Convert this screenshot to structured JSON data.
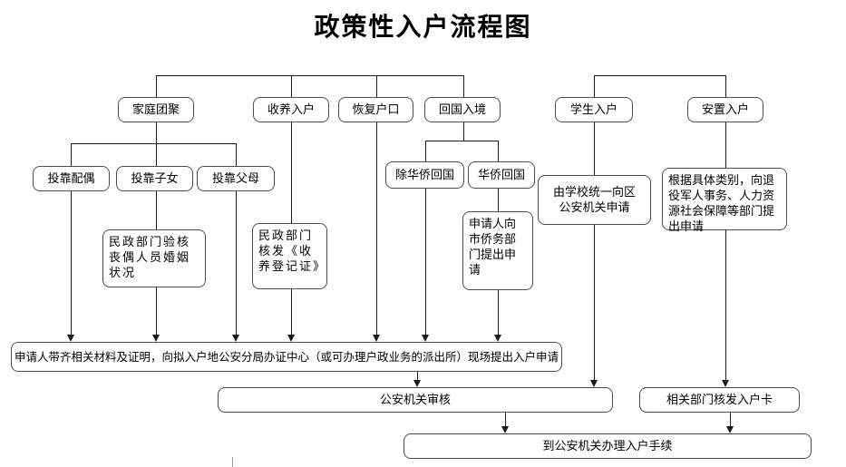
{
  "title": "政策性入户流程图",
  "colors": {
    "line": "#1a1a1a",
    "box_border": "#4d4d4d",
    "bg": "#ffffff"
  },
  "nodes": {
    "family": {
      "label": "家庭团聚"
    },
    "adoption": {
      "label": "收养入户"
    },
    "restore": {
      "label": "恢复户口"
    },
    "return": {
      "label": "回国入境"
    },
    "student": {
      "label": "学生入户"
    },
    "resettle": {
      "label": "安置入户"
    },
    "spouse": {
      "label": "投靠配偶"
    },
    "children": {
      "label": "投靠子女"
    },
    "parents": {
      "label": "投靠父母"
    },
    "non_overseas": {
      "label": "除华侨回国"
    },
    "overseas": {
      "label": "华侨回国"
    },
    "civil_check": {
      "label": "民政部门验核丧偶人员婚姻状况"
    },
    "civil_cert": {
      "label": "民政部门核发《收养登记证》"
    },
    "overseas_apply": {
      "label": "申请人向市侨务部门提出申请"
    },
    "school_apply": {
      "label": "由学校统一向区公安机关申请"
    },
    "resettle_apply": {
      "label": "根据具体类别，向退役军人事务、人力资源社会保障等部门提出申请"
    },
    "main_apply": {
      "label": "申请人带齐相关材料及证明，向拟入户地公安分局办证中心（或可办理户政业务的派出所）现场提出入户申请"
    },
    "police_review": {
      "label": "公安机关审核"
    },
    "issue_card": {
      "label": "相关部门核发入户卡"
    },
    "final_step": {
      "label": "到公安机关办理入户手续"
    }
  }
}
